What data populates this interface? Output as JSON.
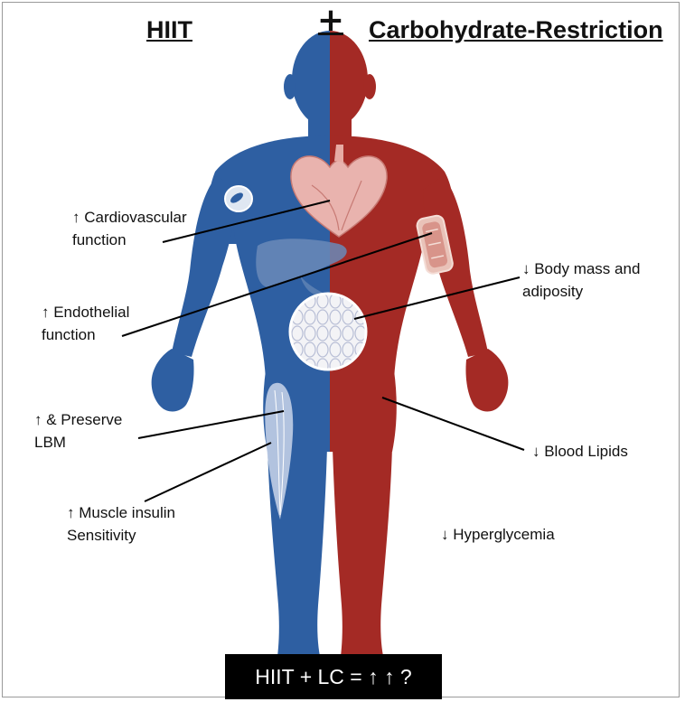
{
  "titles": {
    "left": "HIIT",
    "right": "Carbohydrate-Restriction",
    "combine_symbol": "+"
  },
  "colors": {
    "hiit_side": "#2e5fa2",
    "carb_side": "#a42a25",
    "footer_bg": "#000000"
  },
  "icons": [
    "human-body-silhouette",
    "heart-icon",
    "liver-icon",
    "blood-vessel-icon",
    "muscle-icon",
    "adipose-tissue-icon",
    "blood-cell-icon"
  ],
  "effects": {
    "cardiovascular": {
      "line1": "↑ Cardiovascular",
      "line2": "function"
    },
    "endothelial": {
      "line1": "↑ Endothelial",
      "line2": "function"
    },
    "lbm": {
      "line1": "↑ & Preserve",
      "line2": "LBM"
    },
    "insulin": {
      "line1": "↑ Muscle insulin",
      "line2": "Sensitivity"
    },
    "body_mass": {
      "line1": "↓ Body mass and",
      "line2": "adiposity"
    },
    "blood_lipids": {
      "line1": "↓ Blood Lipids"
    },
    "hyperglycemia": {
      "line1": "↓ Hyperglycemia"
    }
  },
  "footer": {
    "text": "HIIT + LC = ↑ ↑ ?"
  }
}
